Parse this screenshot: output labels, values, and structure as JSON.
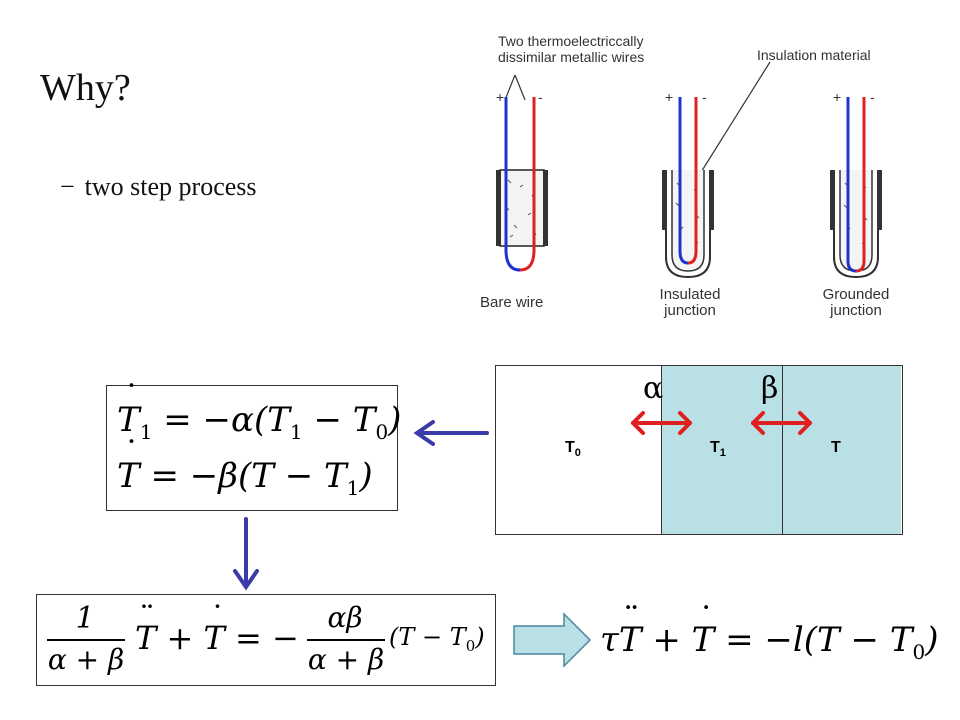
{
  "slide": {
    "title": "Why?",
    "bullet_dash": "−",
    "bullet_text": "two step process"
  },
  "thermocouple_figure": {
    "wires_caption_line1": "Two thermoelectriccally",
    "wires_caption_line2": "dissimilar metallic wires",
    "insulation_caption": "Insulation material",
    "plus_sign": "+",
    "minus_sign": "-",
    "probe1_line1": "Bare wire",
    "probe2_line1": "Insulated",
    "probe2_line2": "junction",
    "probe3_line1": "Grounded",
    "probe3_line2": "junction",
    "wire_colors": {
      "positive": "#2233cc",
      "negative": "#dd2222"
    }
  },
  "blocks": {
    "t0_label": "T",
    "t0_sub": "0",
    "t1_label": "T",
    "t1_sub": "1",
    "t_label": "T",
    "alpha": "α",
    "beta": "β",
    "shaded_color": "#b9e0e5",
    "arrow_color": "#e02020"
  },
  "equations": {
    "eq1_lhs": "T",
    "eq1_lhs_sub": "1",
    "eq1_rhs": "= −α(T",
    "eq1_rhs_sub1": "1",
    "eq1_rhs_mid": " − T",
    "eq1_rhs_sub2": "0",
    "eq1_rhs_end": ")",
    "eq2_lhs": "T",
    "eq2_rhs": "= −β(T − T",
    "eq2_rhs_sub": "1",
    "eq2_rhs_end": ")",
    "eq3_num": "1",
    "eq3_den": "α + β",
    "eq3_term1": "T",
    "eq3_plus": "+",
    "eq3_term2": "T",
    "eq3_eq": "= −",
    "eq3_num2": "αβ",
    "eq3_den2": "α + β",
    "eq3_tail": "(T − T",
    "eq3_tail_sub": "0",
    "eq3_tail_end": ")",
    "eq4_tau": "τ",
    "eq4_t1": "T",
    "eq4_plus": "+",
    "eq4_t2": "T",
    "eq4_rest": "= −l(T − T",
    "eq4_sub": "0",
    "eq4_end": ")",
    "arrow_color": "#3a3aa8"
  }
}
